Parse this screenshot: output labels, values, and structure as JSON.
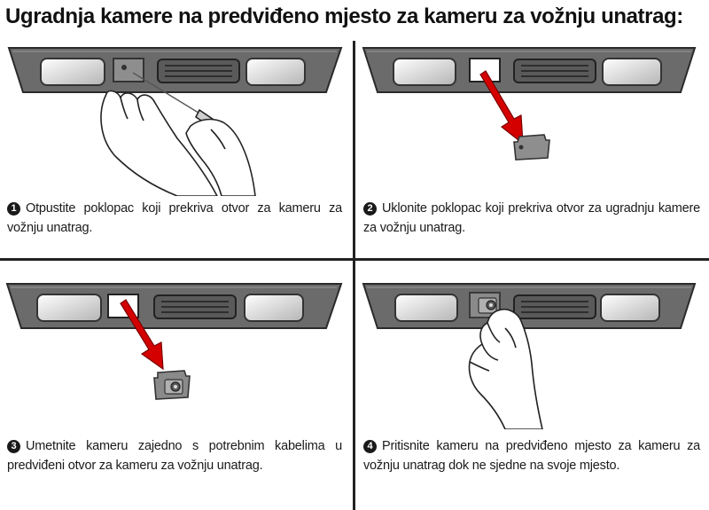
{
  "title": "Ugradnja kamere na predviđeno mjesto za kameru za vožnju unatrag:",
  "steps": [
    {
      "number": "1",
      "text": "Otpustite poklopac koji prekriva otvor za kameru za vožnju unatrag."
    },
    {
      "number": "2",
      "text": "Uklonite poklopac koji prekriva otvor za ugradnju kamere za vožnju unatrag."
    },
    {
      "number": "3",
      "text": "Umetnite kameru zajedno s potrebnim kabelima u predviđeni otvor za kameru za vožnju unatrag."
    },
    {
      "number": "4",
      "text": "Pritisnite kameru na predviđeno mjesto za kameru za vožnju unatrag dok ne sjedne na svoje mjesto."
    }
  ],
  "icons": [
    "hand-with-pry-tool-icon",
    "red-arrow-icon",
    "cover-plate-icon",
    "camera-module-icon",
    "hand-pressing-icon"
  ],
  "colors": {
    "arrow": "#d40000",
    "trim_bar": "#6b6b6b",
    "text": "#1a1a1a"
  }
}
